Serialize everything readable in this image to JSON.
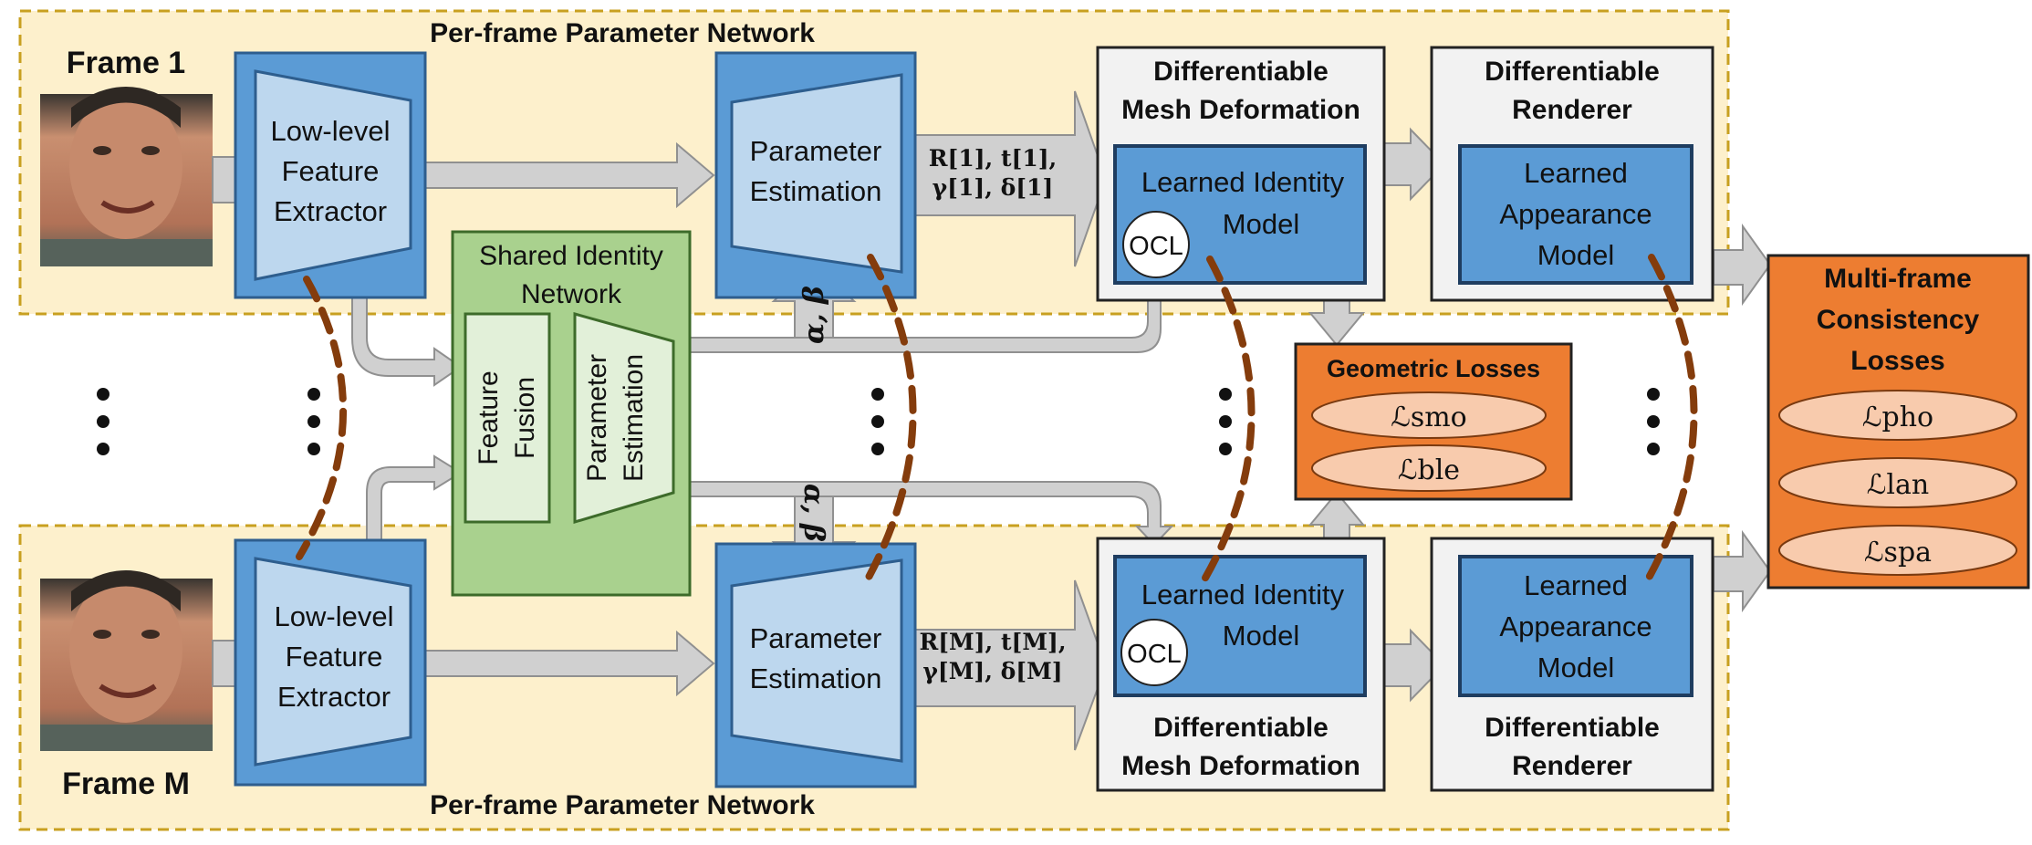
{
  "region_labels": {
    "top_network": "Per-frame Parameter Network",
    "bottom_network": "Per-frame Parameter Network"
  },
  "frames": {
    "top_label": "Frame 1",
    "bottom_label": "Frame M"
  },
  "feature_extractor": {
    "line1": "Low-level",
    "line2": "Feature",
    "line3": "Extractor"
  },
  "parameter_estimation": {
    "line1": "Parameter",
    "line2": "Estimation"
  },
  "shared_identity": {
    "title_line1": "Shared Identity",
    "title_line2": "Network",
    "fusion_line1": "Feature",
    "fusion_line2": "Fusion",
    "estimation_line1": "Parameter",
    "estimation_line2": "Estimation",
    "output_symbols": "α, β"
  },
  "outputs": {
    "top_line1": "R[1], t[1],",
    "top_line2": "γ[1], δ[1]",
    "bottom_line1": "R[M], t[M],",
    "bottom_line2": "γ[M], δ[M]"
  },
  "mesh_deformation": {
    "title_line1": "Differentiable",
    "title_line2": "Mesh Deformation",
    "inner_line1": "Learned Identity",
    "inner_line2": "Model",
    "ocl": "OCL"
  },
  "renderer": {
    "title_line1": "Differentiable",
    "title_line2": "Renderer",
    "inner_line1": "Learned",
    "inner_line2": "Appearance",
    "inner_line3": "Model"
  },
  "geometric_losses": {
    "title": "Geometric Losses",
    "items": [
      "ℒsmo",
      "ℒble"
    ]
  },
  "consistency_losses": {
    "title_line1": "Multi-frame",
    "title_line2": "Consistency",
    "title_line3": "Losses",
    "items": [
      "ℒpho",
      "ℒlan",
      "ℒspa"
    ]
  },
  "colors": {
    "region_fill": "#fdf0cc",
    "region_border": "#c8a020",
    "block_blue": "#5b9bd5",
    "block_light_blue": "#bdd7ee",
    "shared_green": "#a9d18e",
    "shared_green_light": "#e2f0d9",
    "loss_orange": "#ed7d31",
    "loss_pill": "#f8cbad",
    "arrow_gray": "#d0d0d0",
    "dashed_brown": "#843c0c"
  }
}
